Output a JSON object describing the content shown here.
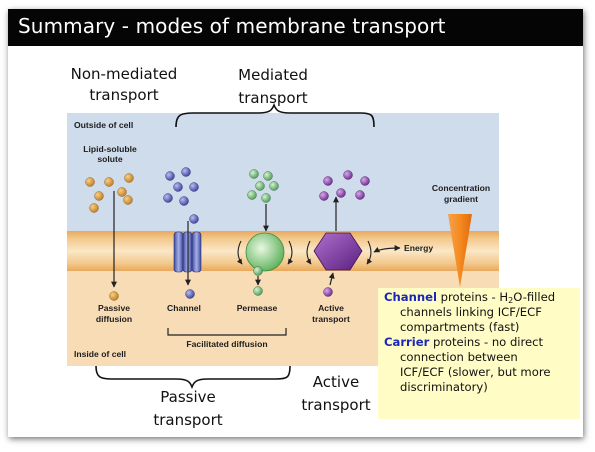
{
  "title": "Summary - modes of membrane transport",
  "labels": {
    "non_mediated_1": "Non-mediated",
    "non_mediated_2": "transport",
    "mediated_1": "Mediated",
    "mediated_2": "transport",
    "outside_cell": "Outside of cell",
    "inside_cell": "Inside of cell",
    "lipid_1": "Lipid-soluble",
    "lipid_2": "solute",
    "concentration_1": "Concentration",
    "concentration_2": "gradient",
    "energy": "Energy",
    "passive_diffusion_1": "Passive",
    "passive_diffusion_2": "diffusion",
    "channel": "Channel",
    "permease": "Permease",
    "active_transport_small_1": "Active",
    "active_transport_small_2": "transport",
    "facilitated_diffusion": "Facilitated diffusion",
    "passive_transport_1": "Passive",
    "passive_transport_2": "transport",
    "active_transport_1": "Active",
    "active_transport_2": "transport"
  },
  "callout": {
    "channel_kw": "Channel",
    "channel_a": " proteins - H",
    "channel_sub": "2",
    "channel_b": "O-filled",
    "channel_l2": "channels linking ICF/ECF",
    "channel_l3": "compartments (fast)",
    "carrier_kw": "Carrier",
    "carrier_a": " proteins - no direct",
    "carrier_l2": "connection between",
    "carrier_l3": "ICF/ECF (slower, but more",
    "carrier_l4": "discriminatory)"
  },
  "colors": {
    "outside_bg": "#cfdcec",
    "inside_bg": "#f8dcb6",
    "membrane": "#f0be78",
    "solute_orange": "#d8942e",
    "solute_blue": "#6a6fc0",
    "solute_green": "#7cc07c",
    "solute_purple": "#8a4aa8",
    "gradient_orange": "#f08a24",
    "callout_bg": "#fffcc6",
    "keyword_blue": "#1a28b8"
  }
}
